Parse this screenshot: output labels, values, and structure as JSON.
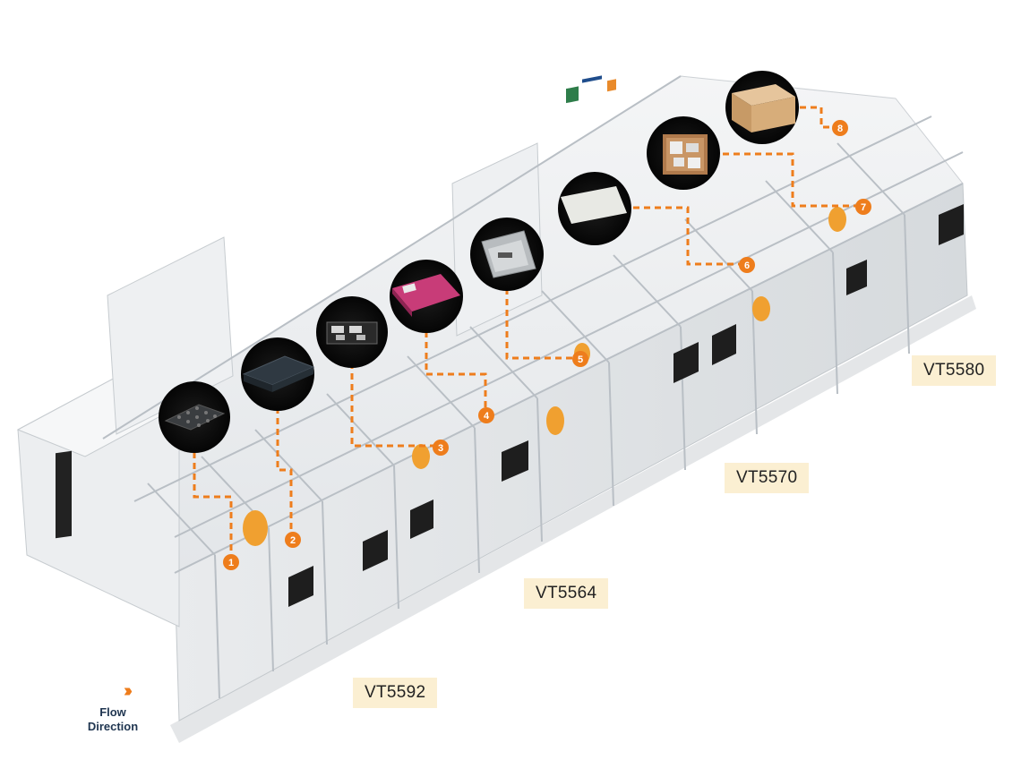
{
  "stations": [
    {
      "name": "VT5592"
    },
    {
      "name": "VT5564"
    },
    {
      "name": "VT5570"
    },
    {
      "name": "VT5580"
    }
  ],
  "flow": {
    "line1": "Flow",
    "line2": "Direction",
    "arrow_icon": "double-chevron-right-icon"
  },
  "steps": [
    "1",
    "2",
    "3",
    "4",
    "5",
    "6",
    "7",
    "8"
  ],
  "colors": {
    "accent": "#ee7d1c",
    "label_bg": "#fbefd2",
    "frame": "#cfd4d9",
    "panel": "#f2f3f4"
  }
}
